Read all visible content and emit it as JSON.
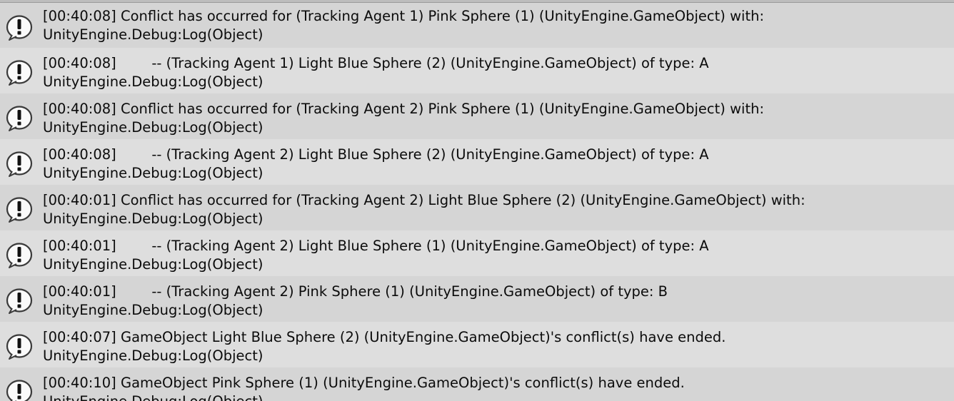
{
  "console": {
    "entries": [
      {
        "message": "[00:40:08] Conflict has occurred for (Tracking Agent 1) Pink Sphere (1) (UnityEngine.GameObject) with:",
        "stack": "UnityEngine.Debug:Log(Object)",
        "icon": "info-icon"
      },
      {
        "message": "[00:40:08]        -- (Tracking Agent 1) Light Blue Sphere (2) (UnityEngine.GameObject) of type: A",
        "stack": "UnityEngine.Debug:Log(Object)",
        "icon": "info-icon"
      },
      {
        "message": "[00:40:08] Conflict has occurred for (Tracking Agent 2) Pink Sphere (1) (UnityEngine.GameObject) with:",
        "stack": "UnityEngine.Debug:Log(Object)",
        "icon": "info-icon"
      },
      {
        "message": "[00:40:08]        -- (Tracking Agent 2) Light Blue Sphere (2) (UnityEngine.GameObject) of type: A",
        "stack": "UnityEngine.Debug:Log(Object)",
        "icon": "info-icon"
      },
      {
        "message": "[00:40:01] Conflict has occurred for (Tracking Agent 2) Light Blue Sphere (2) (UnityEngine.GameObject) with:",
        "stack": "UnityEngine.Debug:Log(Object)",
        "icon": "info-icon"
      },
      {
        "message": "[00:40:01]        -- (Tracking Agent 2) Light Blue Sphere (1) (UnityEngine.GameObject) of type: A",
        "stack": "UnityEngine.Debug:Log(Object)",
        "icon": "info-icon"
      },
      {
        "message": "[00:40:01]        -- (Tracking Agent 2) Pink Sphere (1) (UnityEngine.GameObject) of type: B",
        "stack": "UnityEngine.Debug:Log(Object)",
        "icon": "info-icon"
      },
      {
        "message": "[00:40:07] GameObject Light Blue Sphere (2) (UnityEngine.GameObject)'s conflict(s) have ended.",
        "stack": "UnityEngine.Debug:Log(Object)",
        "icon": "info-icon"
      },
      {
        "message": "[00:40:10] GameObject Pink Sphere (1) (UnityEngine.GameObject)'s conflict(s) have ended.",
        "stack": "UnityEngine.Debug:Log(Object)",
        "icon": "info-icon"
      }
    ]
  }
}
